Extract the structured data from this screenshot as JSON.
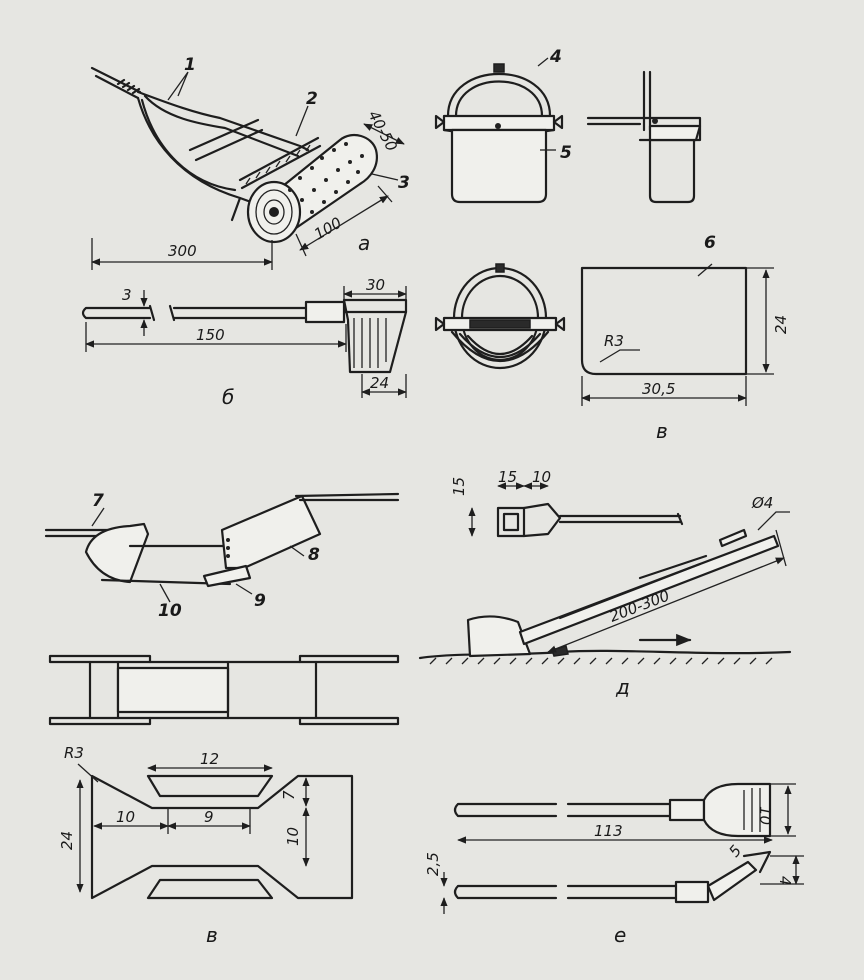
{
  "callouts": {
    "n1": "1",
    "n2": "2",
    "n3": "3",
    "n4": "4",
    "n5": "5",
    "n6": "6",
    "n7": "7",
    "n8": "8",
    "n9": "9",
    "n10": "10"
  },
  "dimensions": {
    "a_roller_height": "40-50",
    "a_roller_length": "100",
    "a_total_length": "300",
    "b_thickness": "3",
    "b_handle_length": "150",
    "b_blade_width": "30",
    "b_blade_height": "24",
    "v_plate_height": "24",
    "v_radius": "R3",
    "v_plate_width": "30,5",
    "d_width_15": "15",
    "d_width_10": "10",
    "d_height_15": "15",
    "d_diameter": "Ø4",
    "d_length": "200-300",
    "g_radius": "R3",
    "g_height": "24",
    "g_top": "12",
    "g_left": "10",
    "g_mid": "9",
    "g_right_top": "7",
    "g_right": "10",
    "e_length": "113",
    "e_tip_width": "10",
    "e_thickness": "2,5",
    "e_angle": "5",
    "e_hook": "4"
  },
  "captions": {
    "a": "а",
    "b": "б",
    "v1": "в",
    "v2": "в",
    "d": "д",
    "e": "е"
  },
  "colors": {
    "paper": "#e6e6e2",
    "ink": "#1e1e1e"
  }
}
